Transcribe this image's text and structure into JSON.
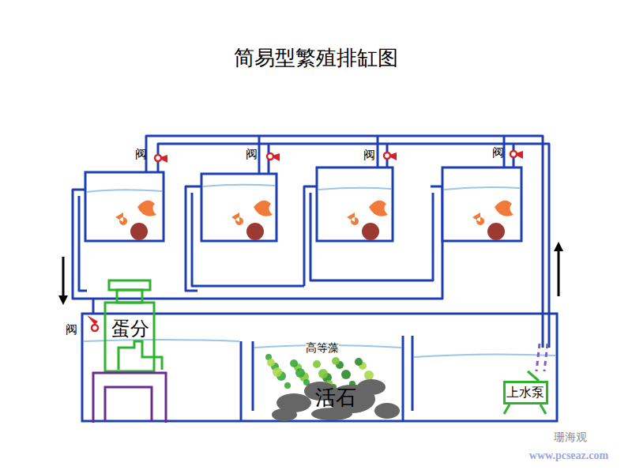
{
  "diagram": {
    "title": "简易型繁殖排缸图",
    "nodes": [
      {
        "text": [
          "蛋分"
        ]
      },
      {
        "text": [
          "上水泵"
        ]
      }
    ],
    "labels": [
      "阀",
      "阀",
      "阀",
      "阀",
      "阀",
      "高等藻",
      "活石",
      "珊海观",
      "www.pcseaz.com"
    ]
  }
}
